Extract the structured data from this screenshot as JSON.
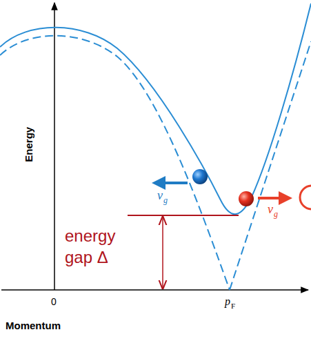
{
  "diagram": {
    "labels": [
      "Energy",
      "0",
      "p",
      "F",
      "Momentum",
      "v",
      "g",
      "v",
      "g",
      "energy gap Δ"
    ]
  }
}
